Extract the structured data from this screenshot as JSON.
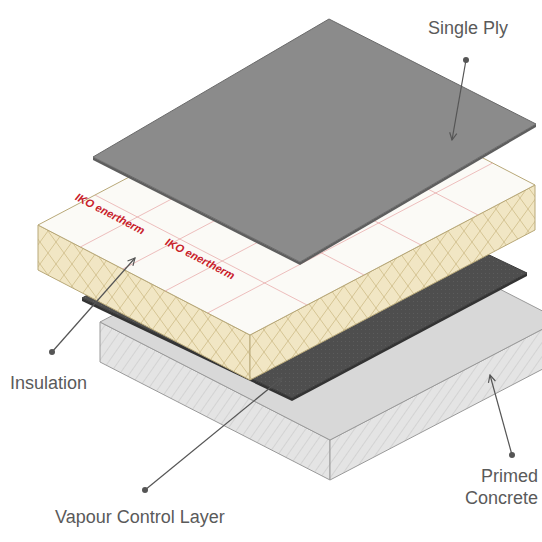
{
  "diagram": {
    "labels": [
      "Single Ply",
      "Insulation",
      "Vapour Control Layer",
      "Primed Concrete",
      "IKO enertherm",
      "IKO enertherm"
    ]
  }
}
